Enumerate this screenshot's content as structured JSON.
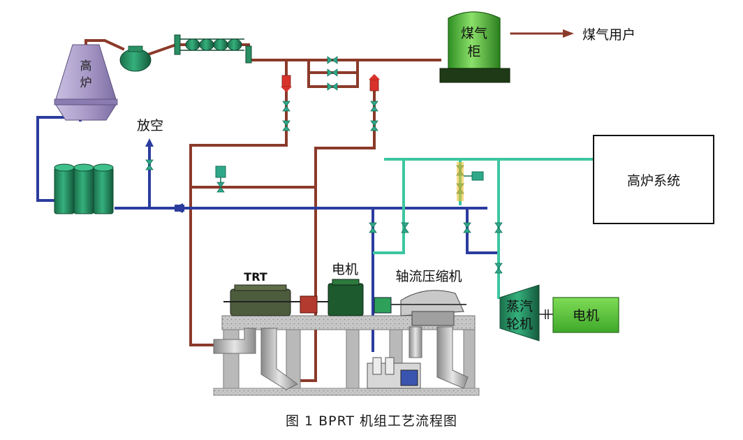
{
  "labels": {
    "blast_furnace": [
      "高",
      "炉"
    ],
    "gas_holder": [
      "煤气",
      "柜"
    ],
    "gas_users": "煤气用户",
    "vent": "放空",
    "bf_system": "高炉系统",
    "trt": "TRT",
    "motor_top": "电机",
    "axial_compressor": "轴流压缩机",
    "steam_turbine": [
      "蒸汽",
      "轮机"
    ],
    "motor_right": "电机"
  },
  "caption": "图 1 BPRT 机组工艺流程图",
  "colors": {
    "gas_pipe": "#8b3a2a",
    "air_pipe": "#2b3c9e",
    "steam_pipe": "#3cc6a0",
    "furnace": "#a99bc9",
    "green_equipment": "#1f8a5e",
    "gas_holder": "#4fc23a",
    "valve": "#2fa88a",
    "motor_box": "#5cc63a",
    "red_marker": "#d8322a"
  }
}
